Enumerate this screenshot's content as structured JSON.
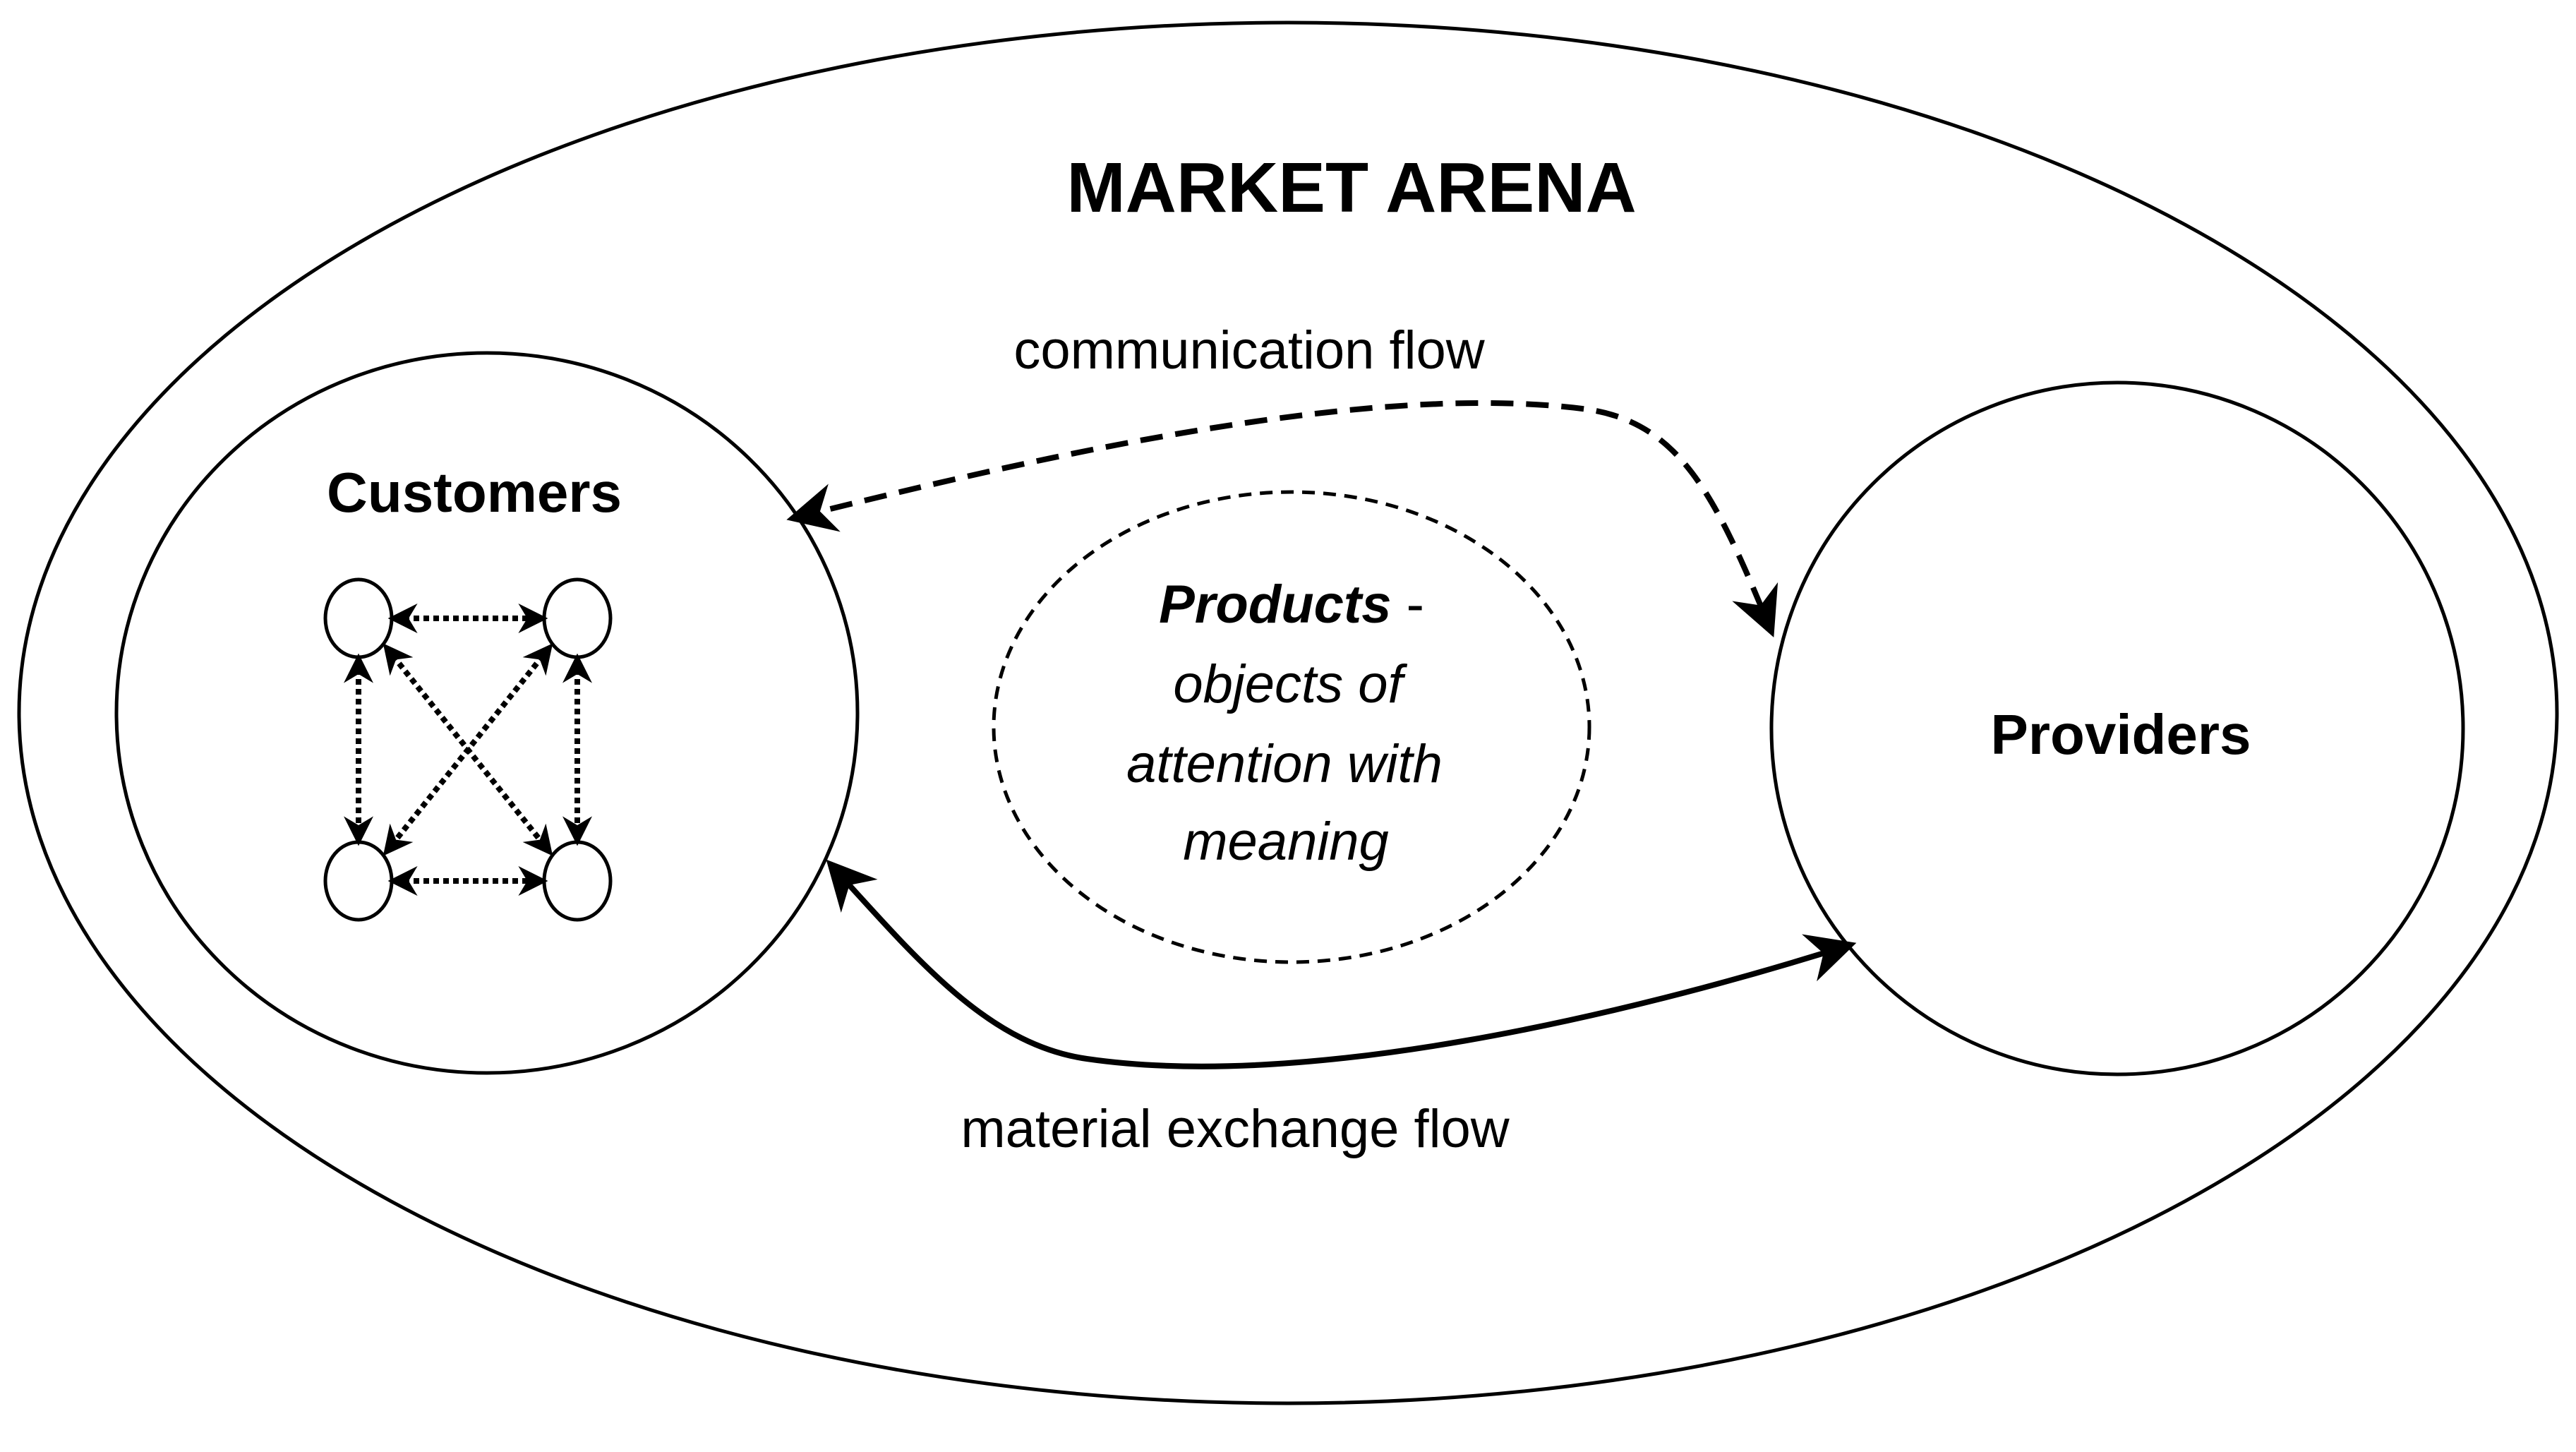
{
  "diagram": {
    "title": "MARKET ARENA",
    "customers": {
      "label": "Customers"
    },
    "providers": {
      "label": "Providers"
    },
    "products": {
      "title": "Products",
      "dash": " -",
      "line1": "objects of",
      "line2": "attention with",
      "line3": "meaning"
    },
    "flows": {
      "communication": "communication flow",
      "material": "material exchange flow"
    }
  }
}
